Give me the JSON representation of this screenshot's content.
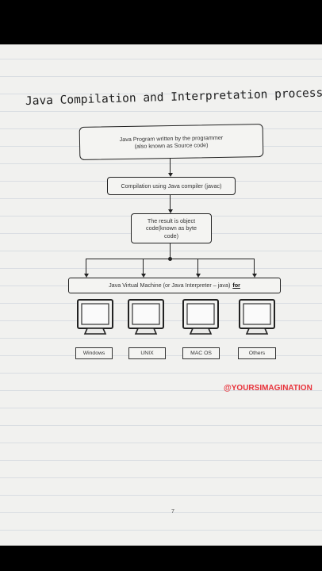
{
  "title": "Java Compilation and Interpretation process",
  "steps": {
    "source_line1": "Java Program written by the programmer",
    "source_line2": "(also known as Source code)",
    "compile": "Compilation using Java compiler (javac)",
    "result_line1": "The result is object",
    "result_line2": "code(known as byte",
    "result_line3": "code)",
    "jvm": "Java Virtual Machine (or Java Interpreter – java)",
    "jvm_for": "for"
  },
  "platforms": [
    "Windows",
    "UNIX",
    "MAC OS",
    "Others"
  ],
  "watermark": "@YOURSIMAGINATION",
  "page_number": "7",
  "colors": {
    "watermark": "#e8323a",
    "paper": "#f1f1ef",
    "ink": "#222222"
  }
}
